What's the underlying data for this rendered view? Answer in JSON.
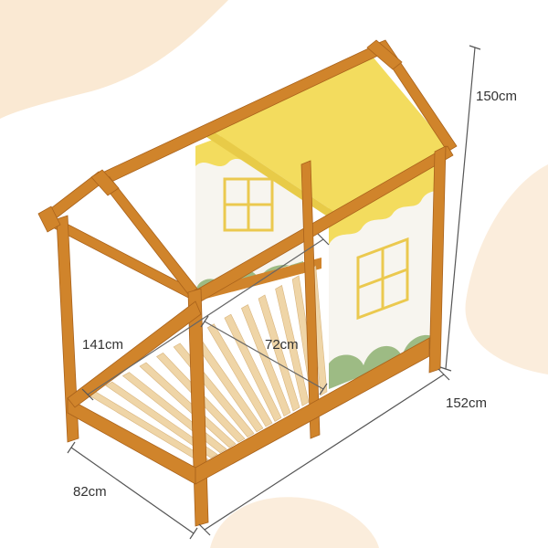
{
  "product": {
    "name": "",
    "colors": {
      "wood": "#D0842B",
      "wood_dark": "#A9621B",
      "slat": "#EFD5A7",
      "roof": "#F3DC5E",
      "panel": "#F7F5EF",
      "accent_yellow": "#EBC94F",
      "green": "#9DBB84",
      "background_blob": "#FAE9D3"
    }
  },
  "dimensions": {
    "height": "150cm",
    "length": "152cm",
    "width": "82cm",
    "inner_length": "141cm",
    "inner_width": "72cm"
  }
}
